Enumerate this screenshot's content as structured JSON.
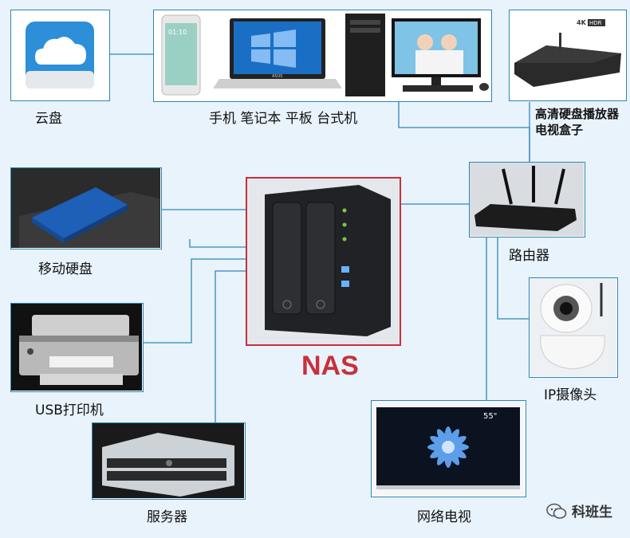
{
  "center": {
    "label": "NAS"
  },
  "devices": {
    "cloud": {
      "label": "云盘"
    },
    "terminals": {
      "label": "手机 笔记本 平板 台式机"
    },
    "tvbox": {
      "label_line1": "高清硬盘播放器",
      "label_line2": "电视盒子"
    },
    "router": {
      "label": "路由器"
    },
    "hdd": {
      "label": "移动硬盘"
    },
    "printer": {
      "label": "USB打印机"
    },
    "camera": {
      "label": "IP摄像头"
    },
    "server": {
      "label": "服务器"
    },
    "tv": {
      "label": "网络电视",
      "screen_size": "55\""
    }
  },
  "screens": {
    "phone_time": "01:10",
    "laptop_brand": "ASUS",
    "tvbox_brand": "4K",
    "tvbox_badge": "HDR"
  },
  "watermark": {
    "text": "科班生",
    "icon": "wechat-icon"
  },
  "colors": {
    "link": "#2f86b8",
    "nas_accent": "#c8303a",
    "background": "#e8f3fb"
  }
}
